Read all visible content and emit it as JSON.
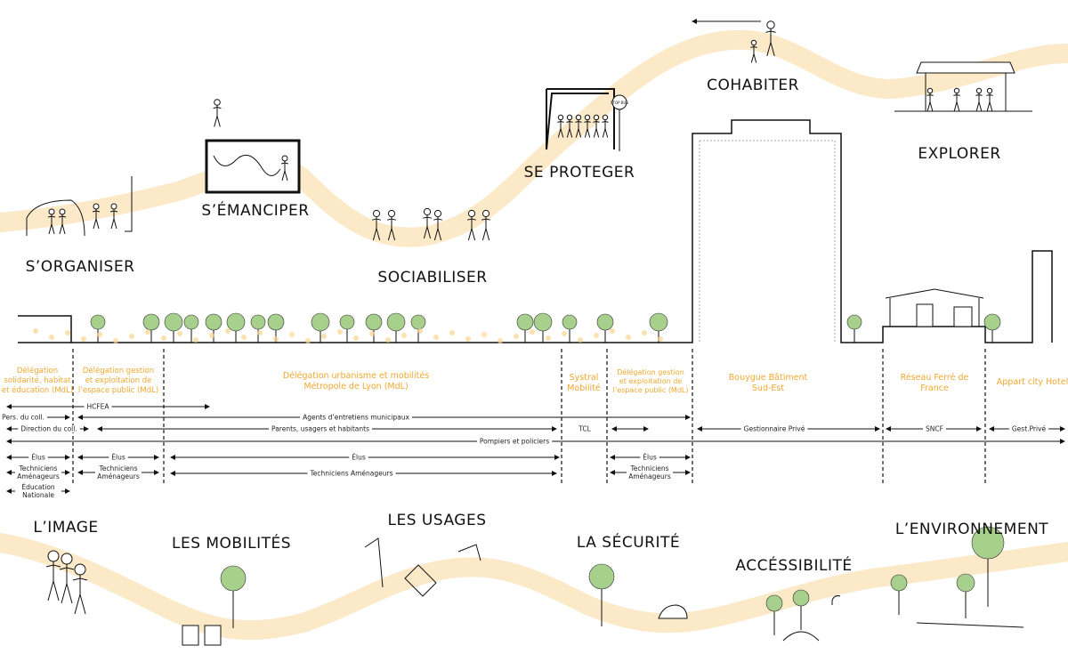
{
  "colors": {
    "wave": "#fbe9c8",
    "org_text": "#f0a830",
    "tree": "#a8d08d",
    "ink": "#111111"
  },
  "top_themes": [
    "S’ORGANISER",
    "S’ÉMANCIPER",
    "SOCIABILISER",
    "SE PROTEGER",
    "COHABITER",
    "EXPLORER"
  ],
  "bottom_themes": [
    "L’IMAGE",
    "LES MOBILITÉS",
    "LES USAGES",
    "LA SÉCURITÉ",
    "ACCÉSSIBILITÉ",
    "L’ENVIRONNEMENT"
  ],
  "organisations": [
    "Délégation\nsolidarité, habitat\net éducation (MdL)",
    "Délégation gestion\net exploitation de\nl’espace public (MdL)",
    "Délégation urbanisme et mobilités\nMétropole de Lyon (MdL)",
    "Systral\nMobilité",
    "Délégation gestion\net exploitation de\nl’espace public (MdL)",
    "Bouygue Bâtiment\nSud-Est",
    "Réseau Ferré de\nFrance",
    "Appart city Hotel"
  ],
  "actors": {
    "hcfea": "HCFEA",
    "pers_coll": "Pers. du coll.",
    "agents": "Agents d’entretiens municipaux",
    "direction_coll": "Direction du coll.",
    "parents": "Parents, usagers et habitants",
    "tcl": "TCL",
    "gestionnaire": "Gestionnaire Privé",
    "sncf": "SNCF",
    "gest_prive": "Gest.Privé",
    "pompiers": "Pompiers et policiers",
    "elus": "Élus",
    "techniciens_1": "Techniciens",
    "techniciens_2": "Aménageurs",
    "techniciens_full": "Techniciens Aménageurs",
    "education_1": "Éducation",
    "education_2": "Nationale"
  },
  "sign_text": "STOP BUS"
}
